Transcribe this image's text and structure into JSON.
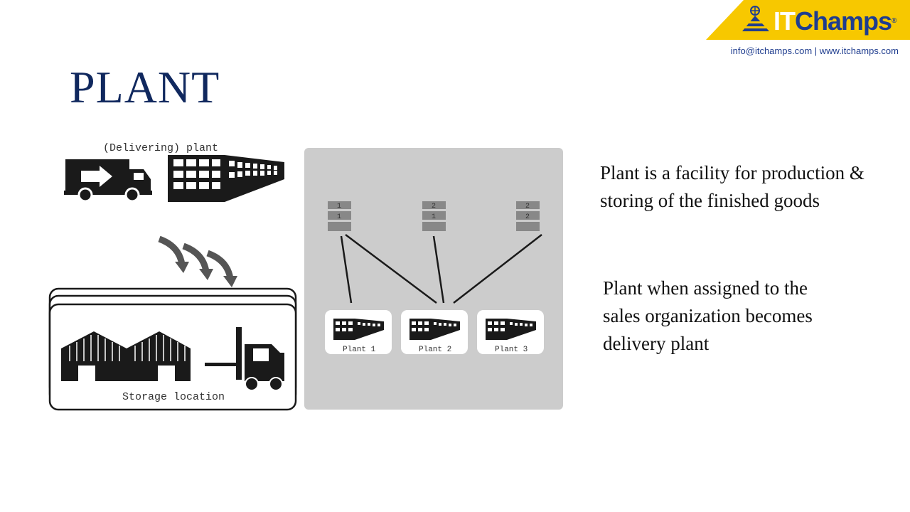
{
  "header": {
    "logo": {
      "it": "IT",
      "champs": "Champs",
      "reg": "®"
    },
    "contact": "info@itchamps.com | www.itchamps.com",
    "brand_color": "#f7c800"
  },
  "title": "PLANT",
  "diagram": {
    "delivering_plant_label": "(Delivering) plant",
    "storage_location_label": "Storage location",
    "panel": {
      "storage_bins": [
        {
          "top": "1",
          "bottom": "1"
        },
        {
          "top": "2",
          "bottom": "1"
        },
        {
          "top": "2",
          "bottom": "2"
        }
      ],
      "plants": [
        "Plant 1",
        "Plant 2",
        "Plant 3"
      ]
    }
  },
  "description": {
    "line1": "Plant is a facility for production & storing of the finished goods",
    "line2": "Plant when assigned to the sales organization becomes delivery plant"
  }
}
